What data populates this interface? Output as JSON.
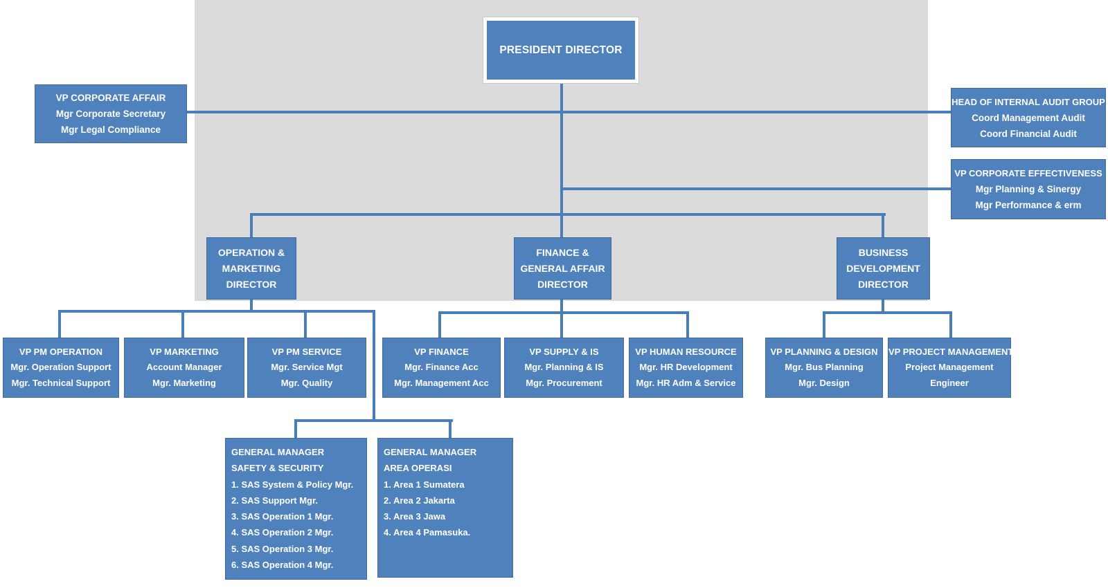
{
  "colors": {
    "box_fill": "#4f81bd",
    "box_border": "#41699c",
    "connector": "#4a7ebb",
    "background_panel": "#dbdbdb",
    "text": "#ffffff",
    "president_border": "#ffffff"
  },
  "nodes": {
    "president": {
      "title": "PRESIDENT DIRECTOR"
    },
    "vp_corporate_affair": {
      "title": "VP CORPORATE AFFAIR",
      "line1": "Mgr Corporate Secretary",
      "line2": "Mgr Legal Compliance"
    },
    "head_internal_audit": {
      "title": "HEAD OF INTERNAL AUDIT GROUP",
      "line1": "Coord Management Audit",
      "line2": "Coord Financial Audit"
    },
    "vp_corporate_effectiveness": {
      "title": "VP CORPORATE EFFECTIVENESS",
      "line1": "Mgr Planning & Sinergy",
      "line2": "Mgr Performance & erm"
    },
    "director_operation_marketing": {
      "line1": "OPERATION &",
      "line2": "MARKETING",
      "line3": "DIRECTOR"
    },
    "director_finance_general_affair": {
      "line1": "FINANCE &",
      "line2": "GENERAL AFFAIR",
      "line3": "DIRECTOR"
    },
    "director_business_development": {
      "line1": "BUSINESS",
      "line2": "DEVELOPMENT",
      "line3": "DIRECTOR"
    },
    "vp_pm_operation": {
      "title": "VP PM OPERATION",
      "line1": "Mgr. Operation Support",
      "line2": "Mgr. Technical Support"
    },
    "vp_marketing": {
      "title": "VP MARKETING",
      "line1": "Account Manager",
      "line2": "Mgr. Marketing"
    },
    "vp_pm_service": {
      "title": "VP PM SERVICE",
      "line1": "Mgr. Service Mgt",
      "line2": "Mgr. Quality"
    },
    "vp_finance": {
      "title": "VP FINANCE",
      "line1": "Mgr. Finance Acc",
      "line2": "Mgr. Management Acc"
    },
    "vp_supply_is": {
      "title": "VP SUPPLY & IS",
      "line1": "Mgr. Planning & IS",
      "line2": "Mgr. Procurement"
    },
    "vp_human_resource": {
      "title": "VP HUMAN RESOURCE",
      "line1": "Mgr. HR Development",
      "line2": "Mgr. HR Adm & Service"
    },
    "vp_planning_design": {
      "title": "VP PLANNING & DESIGN",
      "line1": "Mgr. Bus Planning",
      "line2": "Mgr. Design"
    },
    "vp_project_management": {
      "title": "VP PROJECT MANAGEMENT",
      "line1": "Project Management",
      "line2": "Engineer"
    },
    "gm_safety_security": {
      "title1": "GENERAL MANAGER",
      "title2": "SAFETY & SECURITY",
      "items": [
        "1.  SAS System & Policy Mgr.",
        "2. SAS Support Mgr.",
        "3. SAS Operation 1 Mgr.",
        "4. SAS Operation 2 Mgr.",
        "5. SAS Operation 3 Mgr.",
        "6. SAS Operation 4 Mgr."
      ]
    },
    "gm_area_operasi": {
      "title1": "GENERAL MANAGER",
      "title2": "AREA OPERASI",
      "items": [
        "1. Area 1 Sumatera",
        "2. Area 2 Jakarta",
        "3. Area 3 Jawa",
        "4. Area 4 Pamasuka."
      ]
    }
  }
}
